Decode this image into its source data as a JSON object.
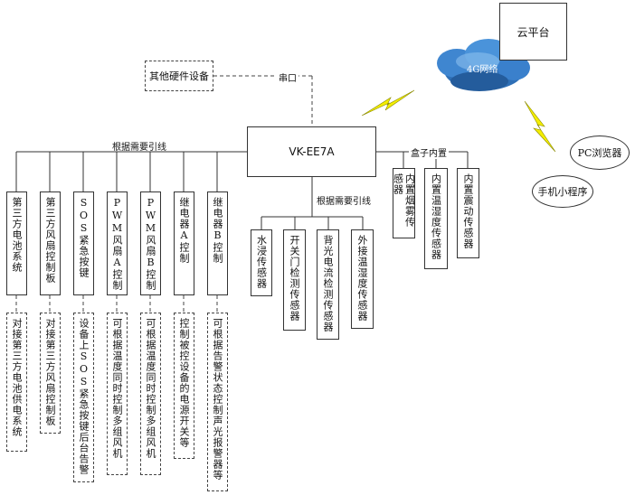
{
  "center": "VK-EE7A",
  "cloud_platform": "云平台",
  "network_label": "4G网络",
  "pc_browser": "PC浏览器",
  "mobile_app": "手机小程序",
  "other_hardware": "其他硬件设备",
  "serial_port": "串口",
  "label_left_wiring": "根据需要引线",
  "label_bottom_wiring": "根据需要引线",
  "label_builtin": "盒子内置",
  "left_modules": [
    {
      "name": "第三方电池系统",
      "desc": "对接第三方电池供电系统"
    },
    {
      "name": "第三方风扇控制板",
      "desc": "对接第三方风扇控制板"
    },
    {
      "name": "SOS紧急按键",
      "desc": "设备上SOS紧急按键后台告警"
    },
    {
      "name": "PWM风扇A控制",
      "desc": "可根据温度同时控制多组风机"
    },
    {
      "name": "PWM风扇B控制",
      "desc": "可根据温度同时控制多组风机"
    },
    {
      "name": "继电器A控制",
      "desc": "控制被控设备的电源开关等"
    },
    {
      "name": "继电器B控制",
      "desc": "可根据告警状态控制声光报警器等"
    }
  ],
  "bottom_sensors": [
    "水浸传感器",
    "开关门检测传感器",
    "背光电流检测传感器",
    "外接温湿度传感器"
  ],
  "builtin_sensors": [
    "内置烟雾传感器",
    "内置温湿度传感器",
    "内置震动传感器"
  ]
}
